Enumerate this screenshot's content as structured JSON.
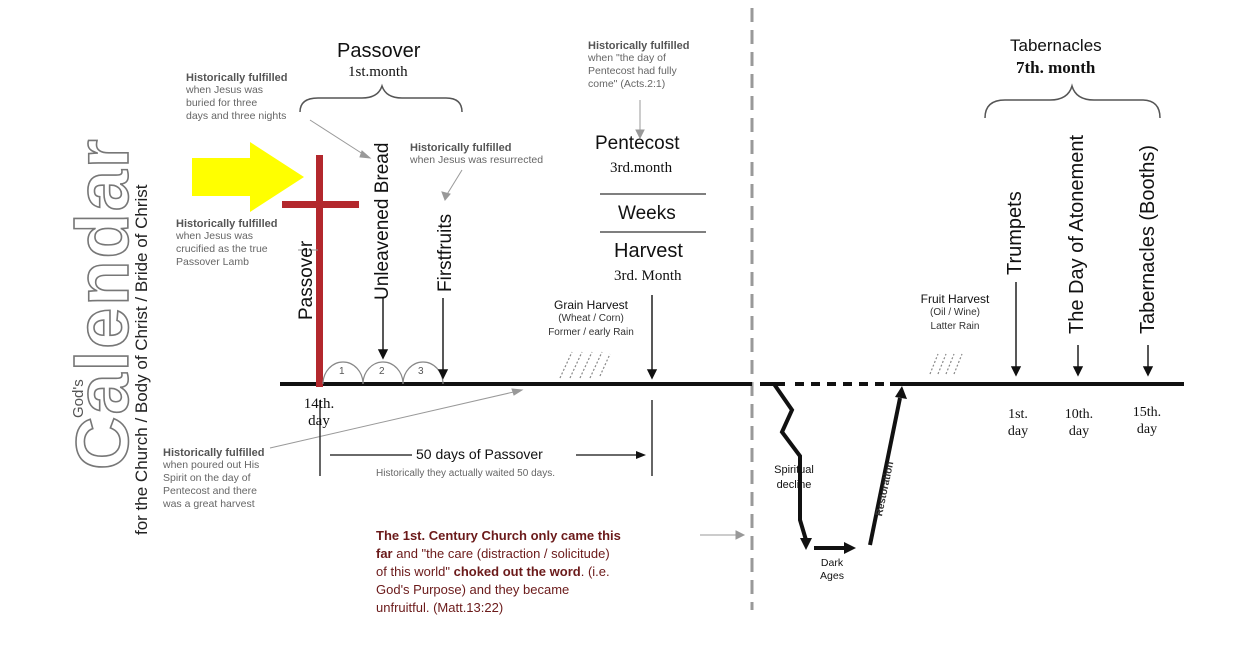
{
  "side_title": {
    "gods": "God's",
    "calendar": "Calendar",
    "subtitle": "for the Church / Body of Christ / Bride of Christ"
  },
  "passover_group": {
    "title": "Passover",
    "month": "1st.month"
  },
  "feasts": {
    "passover": "Passover",
    "unleavened": "Unleavened Bread",
    "firstfruits": "Firstfruits",
    "pentecost": "Pentecost",
    "pentecost_month": "3rd.month",
    "weeks": "Weeks",
    "harvest": "Harvest",
    "harvest_month": "3rd. Month",
    "tabernacles_group": "Tabernacles",
    "tabernacles_month": "7th. month",
    "trumpets": "Trumpets",
    "atonement": "The Day of Atonement",
    "booths": "Tabernacles (Booths)"
  },
  "days": {
    "d14": "14th.",
    "d14b": "day",
    "t1": "1st.",
    "t1b": "day",
    "t10": "10th.",
    "t10b": "day",
    "t15": "15th.",
    "t15b": "day",
    "circles": [
      "1",
      "2",
      "3"
    ]
  },
  "notes": {
    "burial_h": "Historically fulfilled",
    "burial_b": [
      "when Jesus was",
      "buried for three",
      "days and three nights"
    ],
    "resurrect_h": "Historically fulfilled",
    "resurrect_b": "when Jesus was resurrected",
    "cross_h": "Historically fulfilled",
    "cross_b": [
      "when Jesus was",
      "crucified as the true",
      "Passover Lamb"
    ],
    "pentecost_h": "Historically fulfilled",
    "pentecost_b": [
      "when \"the day of",
      "Pentecost had fully",
      "come\" (Acts.2:1)"
    ],
    "spirit_h": "Historically fulfilled",
    "spirit_b": [
      "when poured out His",
      "Spirit on the day of",
      "Pentecost and there",
      "was a great harvest"
    ]
  },
  "harvests": {
    "grain_h": "Grain Harvest",
    "grain_b": [
      "(Wheat / Corn)",
      "Former / early Rain"
    ],
    "fruit_h": "Fruit Harvest",
    "fruit_b": [
      "(Oil / Wine)",
      "Latter Rain"
    ]
  },
  "fifty": {
    "label": "50 days of Passover",
    "note": "Historically they actually waited 50 days."
  },
  "decline": {
    "spiritual": "Spiritual",
    "decline": "decline",
    "dark": "Dark",
    "ages": "Ages",
    "restoration": "Restoration"
  },
  "church_note": {
    "l1_bold": "The 1st. Century Church only came this",
    "l2_bold": "far",
    "l2_rest": " and \"the care (distraction / solicitude)",
    "l3_a": "of this world\" ",
    "l3_bold": " choked out the word",
    "l3_rest": ". (i.e.",
    "l4": "God's Purpose) and they became",
    "l5": "unfruitful. (Matt.13:22)"
  },
  "colors": {
    "cross": "#b3282d",
    "arrow": "#ffff00",
    "note": "#6b1a1a"
  }
}
